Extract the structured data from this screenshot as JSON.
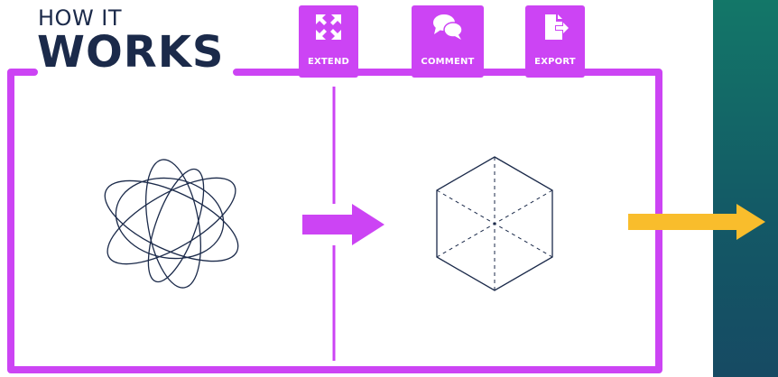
{
  "title": {
    "line1": "HOW IT",
    "line2": "WORKS"
  },
  "toolbar": {
    "buttons": [
      {
        "label": "EXTEND",
        "icon": "expand-arrows-icon"
      },
      {
        "label": "COMMENT",
        "icon": "speech-bubbles-icon"
      },
      {
        "label": "EXPORT",
        "icon": "file-export-icon"
      }
    ]
  },
  "diagram": {
    "input_icon": "tangled-loops-icon",
    "output_icon": "hexagon-icon",
    "arrows": [
      "process-arrow",
      "output-arrow"
    ]
  },
  "colors": {
    "frame": "#cc44f4",
    "title": "#1b2a4a",
    "output_arrow": "#f9bd2c",
    "panel_top": "#137768",
    "panel_bottom": "#164a63"
  }
}
